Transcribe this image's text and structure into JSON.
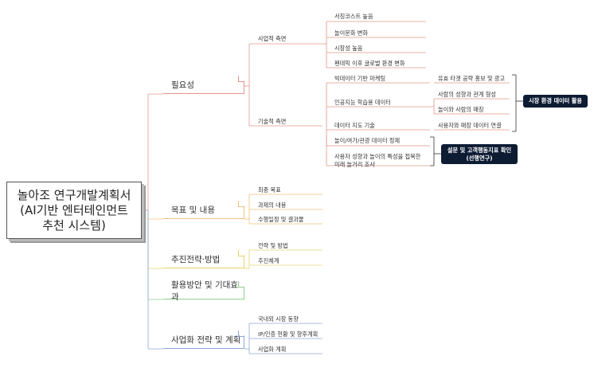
{
  "root": {
    "title": "놀아조 연구개발계획서\n(AI기반 엔터테인먼트\n추천 시스템)"
  },
  "sections": [
    {
      "label": "필요성",
      "color": "#e2968a"
    },
    {
      "label": "목표 및 내용",
      "color": "#f2c27a"
    },
    {
      "label": "추진전략·방법",
      "color": "#e7d46a"
    },
    {
      "label": "활용방안 및 기대효과",
      "color": "#8fcf8f"
    },
    {
      "label": "사업화 전략 및 계획",
      "color": "#8fa6da"
    }
  ],
  "necessity": {
    "business_label": "사업적 측면",
    "business_items": [
      "서칭코스트 높음",
      "놀이문화 변화",
      "시장성 높음",
      "펜데믹 이후 글로벌 환경 변화"
    ],
    "tech_label": "기술적 측면",
    "tech_items": [
      {
        "label": "빅데이터 기반 마케팅",
        "sub": [
          "유효 타겟 공략 홍보 및 광고"
        ]
      },
      {
        "label": "인공지능 학습용 데이터",
        "sub": [
          "사람의 성향과 관계 형성",
          "놀이와 사람의 매칭"
        ]
      },
      {
        "label": "데이터 지도 기술",
        "sub": [
          "사용자와 매장 데이터 연결"
        ]
      }
    ],
    "survey_items": [
      "놀이/여가/관광 데이터 정제",
      "사용자 성향과 놀이의 특성을 접목한\n미래 놀거리 조사"
    ],
    "badge_market": "시장 환경 데이터 활용",
    "badge_survey": "설문 및 고객행동지표 확인\n(선행연구)"
  },
  "goals": {
    "items": [
      "최종 목표",
      "과제의 내용",
      "수행일정 및 결과물"
    ]
  },
  "strategy": {
    "items": [
      "전략 및 방법",
      "추진체계"
    ]
  },
  "commercial": {
    "items": [
      "국내외 시장 동향",
      "IP/인증 현황 및 향후계획",
      "사업화 계획"
    ]
  }
}
